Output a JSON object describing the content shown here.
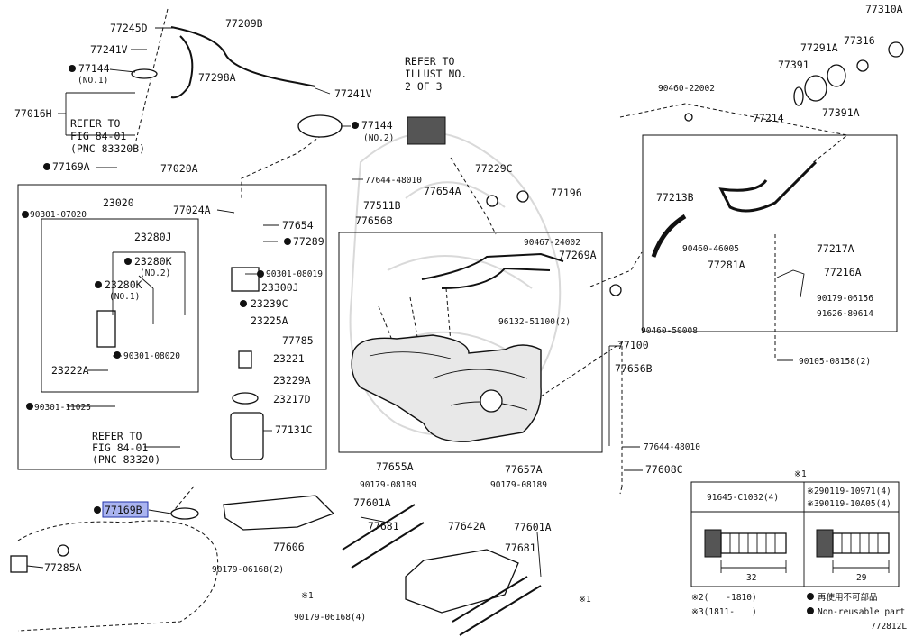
{
  "diagram": {
    "figure_number": "772812L",
    "refer_illust": [
      "REFER TO",
      "ILLUST NO.",
      "2 OF 3"
    ],
    "refer_fig_top": [
      "REFER TO",
      "FIG 84-01",
      "(PNC 83320B)"
    ],
    "refer_fig_bottom": [
      "REFER TO",
      "FIG 84-01",
      "(PNC 83320)"
    ],
    "highlighted_part": "77169B",
    "labels": {
      "p77245D": "77245D",
      "p77209B": "77209B",
      "p77241V_a": "77241V",
      "p77144_a": "77144",
      "no1_a": "(NO.1)",
      "p77298A": "77298A",
      "p77241V_b": "77241V",
      "p77016H": "77016H",
      "p77144_b": "77144",
      "no2_a": "(NO.2)",
      "p77169A": "77169A",
      "p77020A": "77020A",
      "p23020": "23020",
      "p90301_07020": "90301-07020",
      "p77024A": "77024A",
      "p77654": "77654",
      "p77289": "77289",
      "p23280J": "23280J",
      "p23280K_2": "23280K",
      "no2_b": "(NO.2)",
      "p23280K_1": "23280K",
      "no1_b": "(NO.1)",
      "p90301_08019": "90301-08019",
      "p23300J": "23300J",
      "p23239C": "23239C",
      "p23225A": "23225A",
      "p77785": "77785",
      "p90301_08020": "90301-08020",
      "p23221": "23221",
      "p23222A": "23222A",
      "p23229A": "23229A",
      "p23217D": "23217D",
      "p90301_11025": "90301-11025",
      "p77131C": "77131C",
      "p77644_48010_a": "77644-48010",
      "p77229C": "77229C",
      "p77511B": "77511B",
      "p77654A": "77654A",
      "p77196": "77196",
      "p77656B_a": "77656B",
      "p90460_22002": "90460-22002",
      "p77214": "77214",
      "p77213B": "77213B",
      "p90467_24002": "90467-24002",
      "p77269A": "77269A",
      "p90460_46005": "90460-46005",
      "p77217A": "77217A",
      "p77281A": "77281A",
      "p77216A": "77216A",
      "p90179_06156": "90179-06156",
      "p91626_80614": "91626-80614",
      "p96132_51100": "96132-51100(2)",
      "p90460_50008": "90460-50008",
      "p77100": "77100",
      "p90105_08158": "90105-08158(2)",
      "p77656B_b": "77656B",
      "p77644_48010_b": "77644-48010",
      "p77655A": "77655A",
      "p77657A": "77657A",
      "p77608C": "77608C",
      "p90179_08189_a": "90179-08189",
      "p90179_08189_b": "90179-08189",
      "p77169B": "77169B",
      "p77601A_a": "77601A",
      "p77681_a": "77681",
      "p77642A": "77642A",
      "p77601A_b": "77601A",
      "p77681_b": "77681",
      "p77285A": "77285A",
      "p77606": "77606",
      "p90179_06168_2": "90179-06168(2)",
      "p90179_06168_4": "90179-06168(4)",
      "star1_a": "※1",
      "star1_b": "※1",
      "p77310A": "77310A",
      "p77316": "77316",
      "p77291A": "77291A",
      "p77391": "77391",
      "p77391A": "77391A"
    }
  },
  "bolt_table": {
    "note_mark": "※1",
    "col1_header": "91645-C1032(4)",
    "col2_header_line1": "※290119-10971(4)",
    "col2_header_line2": "※390119-10A05(4)",
    "col1_dim": "32",
    "col2_dim": "29"
  },
  "legend": {
    "note2": "※2(　　-1810)",
    "note3": "※3(1811-　　)",
    "nonreusable_jp": "再使用不可部品",
    "nonreusable_en": "Non-reusable part"
  }
}
